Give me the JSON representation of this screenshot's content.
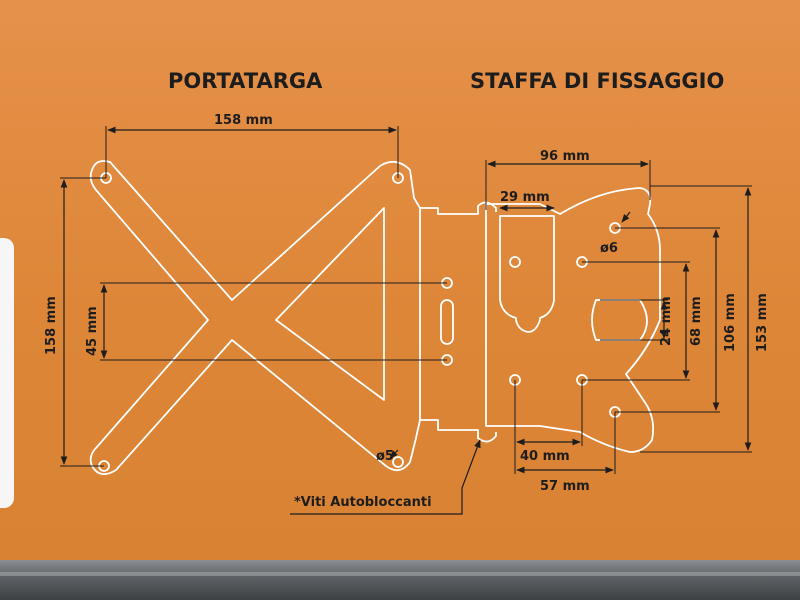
{
  "headings": {
    "license_holder": "PORTATARGA",
    "mounting_bracket": "STAFFA DI FISSAGGIO"
  },
  "dimensions": {
    "width_158": "158 mm",
    "height_158": "158 mm",
    "slot_45": "45 mm",
    "width_96": "96 mm",
    "width_29": "29 mm",
    "hole_6": "ø6",
    "hole_5": "ø5",
    "height_24": "24 mm",
    "height_68": "68 mm",
    "height_106": "106 mm",
    "height_153": "153 mm",
    "width_40": "40 mm",
    "width_57": "57 mm"
  },
  "note": "*Viti Autobloccanti",
  "colors": {
    "background": "#e08a3c",
    "drawing_lines": "#ffffff",
    "text": "#1d1d1d"
  }
}
